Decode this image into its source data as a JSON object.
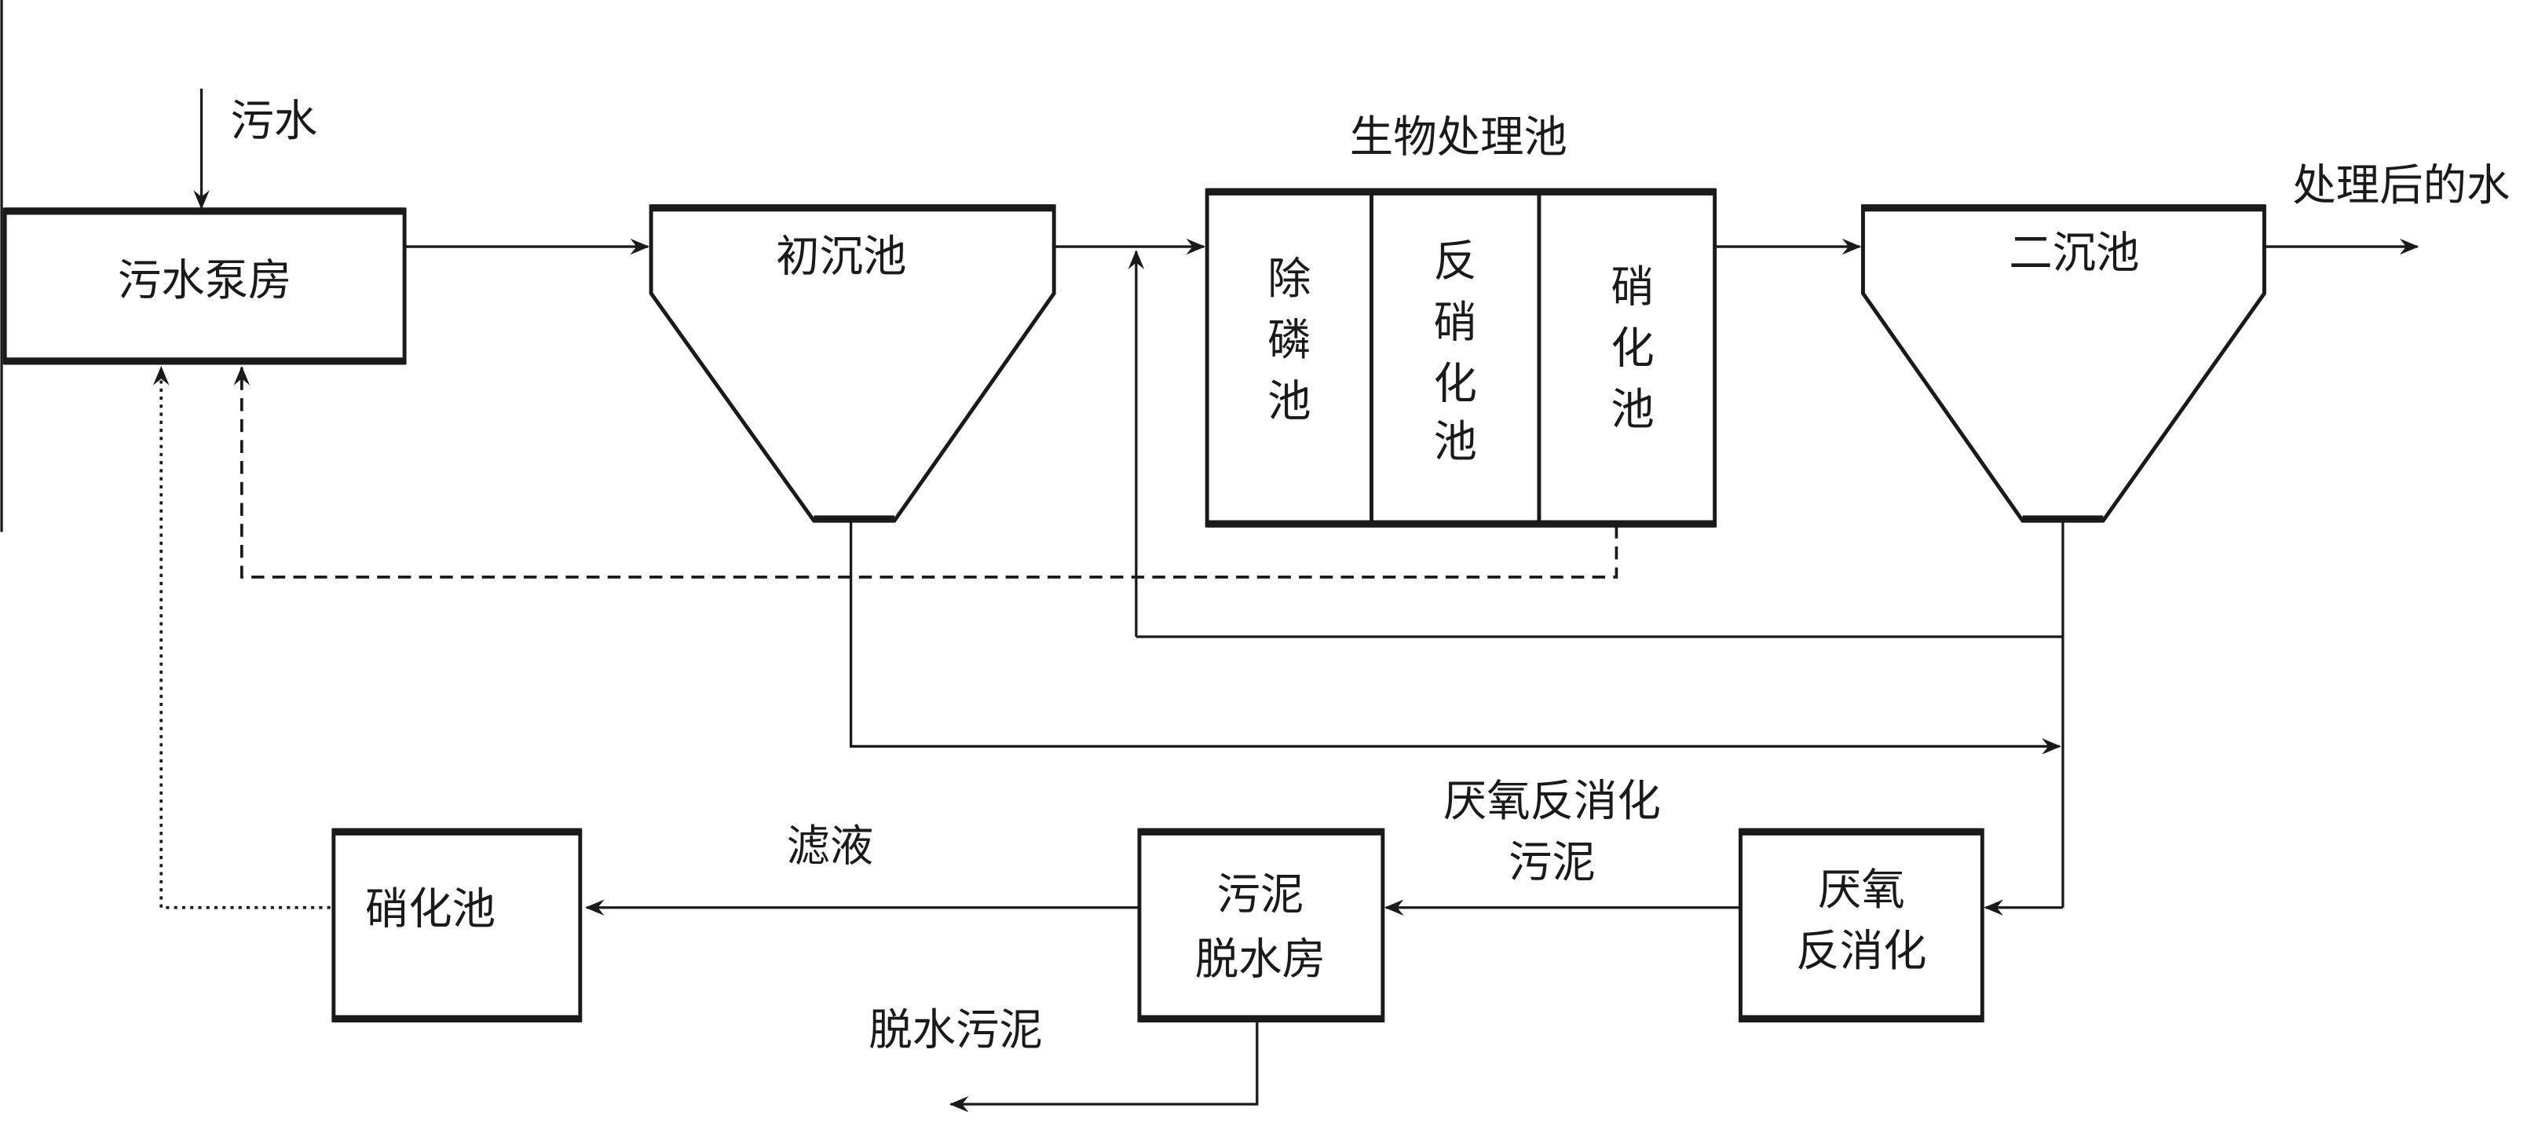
{
  "inputs": {
    "sewage": "污水"
  },
  "nodes": {
    "pump_house": "污水泵房",
    "primary_clarifier": "初沉池",
    "bio_tank": {
      "title": "生物处理池",
      "sections": [
        {
          "chars": [
            "除",
            "磷",
            "池"
          ]
        },
        {
          "chars": [
            "反",
            "硝",
            "化",
            "池"
          ]
        },
        {
          "chars": [
            "硝",
            "化",
            "池"
          ]
        }
      ]
    },
    "secondary_clarifier": "二沉池",
    "anaerobic_digestion": [
      "厌氧",
      "反消化"
    ],
    "sludge_dewatering": [
      "污泥",
      "脱水房"
    ],
    "nitrification_tank": "硝化池"
  },
  "flows": {
    "treated_water": "处理后的水",
    "digested_sludge": [
      "厌氧反消化",
      "污泥"
    ],
    "filtrate": "滤液",
    "dewatered_sludge": "脱水污泥"
  },
  "colors": {
    "line": "#1a1a1a",
    "background": "#ffffff"
  }
}
